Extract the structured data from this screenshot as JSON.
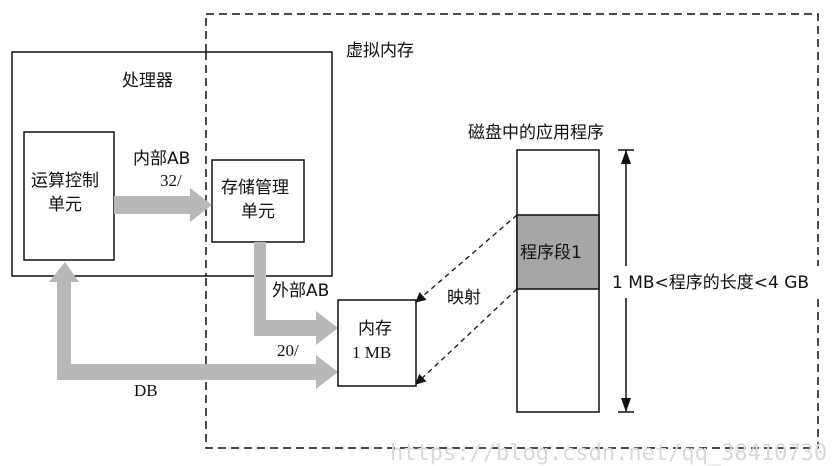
{
  "labels": {
    "virtual_memory": "虚拟内存",
    "processor": "处理器",
    "alu_line1": "运算控制",
    "alu_line2": "单元",
    "mmu_line1": "存储管理",
    "mmu_line2": "单元",
    "internal_ab": "内部AB",
    "internal_ab_width": "32/",
    "external_ab": "外部AB",
    "external_ab_width": "20/",
    "db": "DB",
    "memory_line1": "内存",
    "memory_line2": "1 MB",
    "mapping": "映射",
    "disk_program": "磁盘中的应用程序",
    "program_segment": "程序段1",
    "program_length": "1 MB<程序的长度<4 GB"
  },
  "watermark": "https://blog.csdn.net/qq_38410730",
  "colors": {
    "stroke": "#111111",
    "bus_arrow": "#b8b8b8",
    "segment_fill": "#a6a6a6",
    "background": "#ffffff"
  }
}
